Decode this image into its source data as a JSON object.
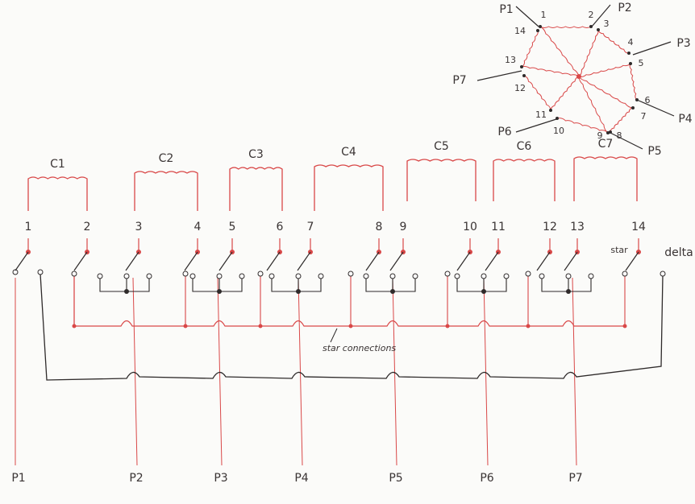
{
  "colors": {
    "red": "#d94848",
    "black": "#2e2a2a",
    "paper": "#fbfbf9"
  },
  "coils": [
    {
      "label": "C1",
      "terminals": [
        "1",
        "2"
      ]
    },
    {
      "label": "C2",
      "terminals": [
        "3",
        "4"
      ]
    },
    {
      "label": "C3",
      "terminals": [
        "5",
        "6"
      ]
    },
    {
      "label": "C4",
      "terminals": [
        "7",
        "8"
      ]
    },
    {
      "label": "C5",
      "terminals": [
        "9",
        "10"
      ]
    },
    {
      "label": "C6",
      "terminals": [
        "11",
        "12"
      ]
    },
    {
      "label": "C7",
      "terminals": [
        "13",
        "14"
      ]
    }
  ],
  "outputs": [
    "P1",
    "P2",
    "P3",
    "P4",
    "P5",
    "P6",
    "P7"
  ],
  "labels": {
    "star": "star",
    "delta": "delta",
    "star_connections": "star connections"
  },
  "star_diagram": {
    "nodes": [
      "1",
      "2",
      "3",
      "4",
      "5",
      "6",
      "7",
      "8",
      "9",
      "10",
      "11",
      "12",
      "13",
      "14"
    ],
    "phases": [
      "P1",
      "P2",
      "P3",
      "P4",
      "P5",
      "P6",
      "P7"
    ]
  }
}
